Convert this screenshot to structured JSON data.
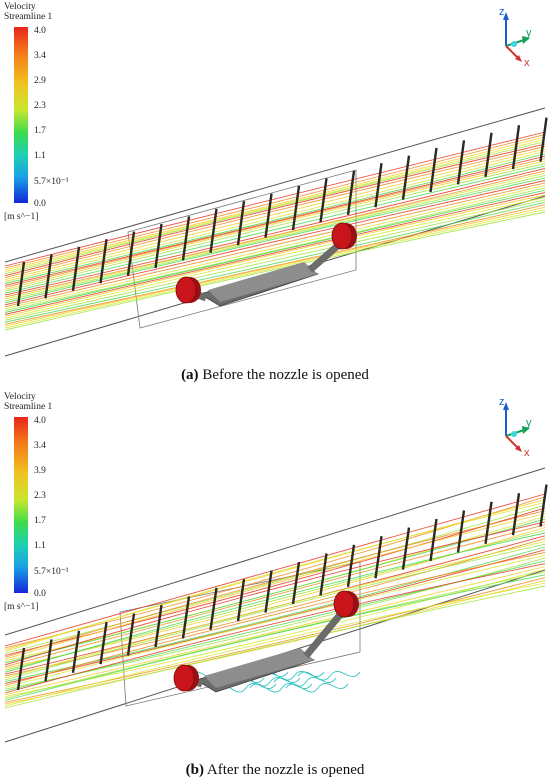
{
  "figure_a": {
    "legend": {
      "title_line1": "Velocity",
      "title_line2": "Streamline 1",
      "ticks": [
        "4.0",
        "3.4",
        "2.9",
        "2.3",
        "1.7",
        "1.1",
        "5.7×10⁻¹",
        "0.0"
      ],
      "unit": "[m s^−1]"
    },
    "axes": {
      "z": "z",
      "y": "y",
      "x": "x"
    },
    "caption": {
      "label": "(a)",
      "text": "Before the nozzle is opened"
    }
  },
  "figure_b": {
    "legend": {
      "title_line1": "Velocity",
      "title_line2": "Streamline 1",
      "ticks": [
        "4.0",
        "3.4",
        "3.9",
        "2.3",
        "1.7",
        "1.1",
        "5.7×10⁻¹",
        "0.0"
      ],
      "unit": "[m s^−1]"
    },
    "axes": {
      "z": "z",
      "y": "y",
      "x": "x"
    },
    "caption": {
      "label": "(b)",
      "text": "After the nozzle is opened"
    }
  },
  "colors": {
    "nozzle": "#c8141b",
    "body": "#6b6b6b",
    "posts": "#2a2a22",
    "axis_z": "#1e5fcf",
    "axis_y": "#12a05a",
    "axis_x": "#d0342c"
  }
}
